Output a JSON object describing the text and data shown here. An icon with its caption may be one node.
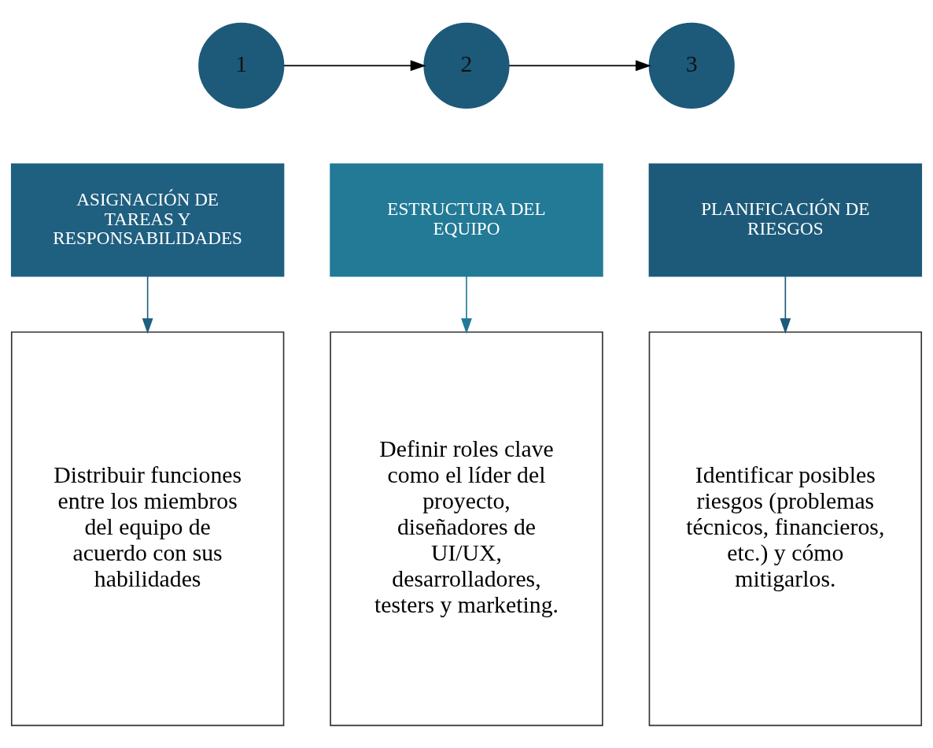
{
  "diagram": {
    "nodes": [
      {
        "text": [
          "1"
        ]
      },
      {
        "text": [
          "2"
        ]
      },
      {
        "text": [
          "3"
        ]
      },
      {
        "text": [
          "ASIGNACIÓN DE TAREAS Y RESPONSABILIDADES"
        ]
      },
      {
        "text": [
          "ESTRUCTURA DEL EQUIPO"
        ]
      },
      {
        "text": [
          "PLANIFICACIÓN DE RIESGOS"
        ]
      },
      {
        "text": [
          "Distribuir funciones entre los miembros del equipo de acuerdo con sus habilidades"
        ]
      },
      {
        "text": [
          "Definir roles clave como el líder del proyecto, diseñadores de UI/UX, desarrolladores, testers y marketing."
        ]
      },
      {
        "text": [
          "Identificar posibles riesgos (problemas técnicos, financieros, etc.) y cómo mitigarlos."
        ]
      }
    ],
    "edges": [
      {
        "from": 0,
        "to": 1,
        "arrow": "to"
      },
      {
        "from": 1,
        "to": 2,
        "arrow": "to"
      },
      {
        "from": 3,
        "to": 6,
        "arrow": "to",
        "color": "#1f5f80"
      },
      {
        "from": 4,
        "to": 7,
        "arrow": "to",
        "color": "#227a96"
      },
      {
        "from": 5,
        "to": 8,
        "arrow": "to",
        "color": "#1d5a7a"
      }
    ]
  }
}
